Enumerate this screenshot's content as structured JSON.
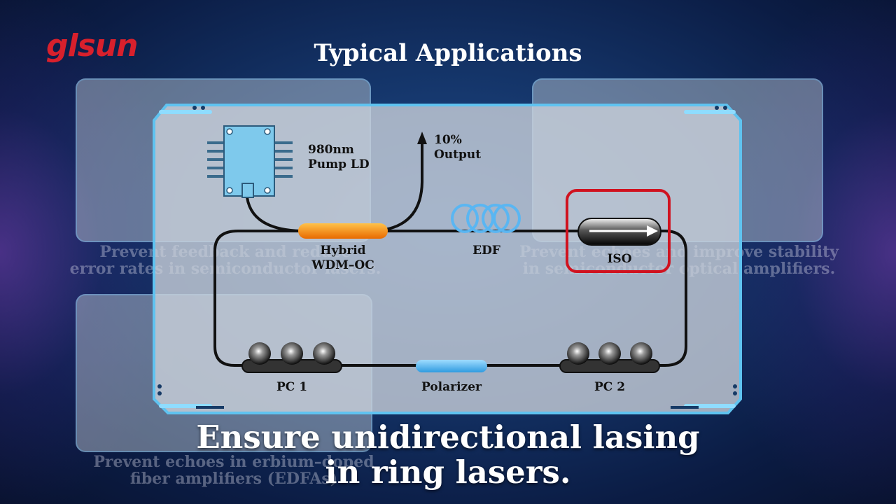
{
  "brand": {
    "logo_text": "glsun"
  },
  "title": "Typical Applications",
  "diagram": {
    "pump": {
      "line1": "980nm",
      "line2": "Pump LD"
    },
    "output": {
      "line1": "10%",
      "line2": "Output"
    },
    "wdm": {
      "line1": "Hybrid",
      "line2": "WDM–OC"
    },
    "edf": "EDF",
    "iso": "ISO",
    "pc1": "PC 1",
    "polarizer": "Polarizer",
    "pc2": "PC 2"
  },
  "background_captions": {
    "top_left": {
      "line1": "Prevent feedback and reduce",
      "line2": "error rates in semiconductor lasers."
    },
    "top_right": {
      "line1": "Prevent echoes and improve stability",
      "line2": "in semiconductor optical amplifiers."
    },
    "bottom_left": {
      "line1": "Prevent echoes in erbium–doped",
      "line2": "fiber amplifiers (EDFAs)"
    }
  },
  "caption": {
    "line1": "Ensure unidirectional lasing",
    "line2": "in ring lasers."
  },
  "colors": {
    "highlight": "#d0121f",
    "frame": "#5fc3f0",
    "wdm": "#f2860f",
    "polarizer": "#58b8f0",
    "edf": "#5ab6f2"
  }
}
